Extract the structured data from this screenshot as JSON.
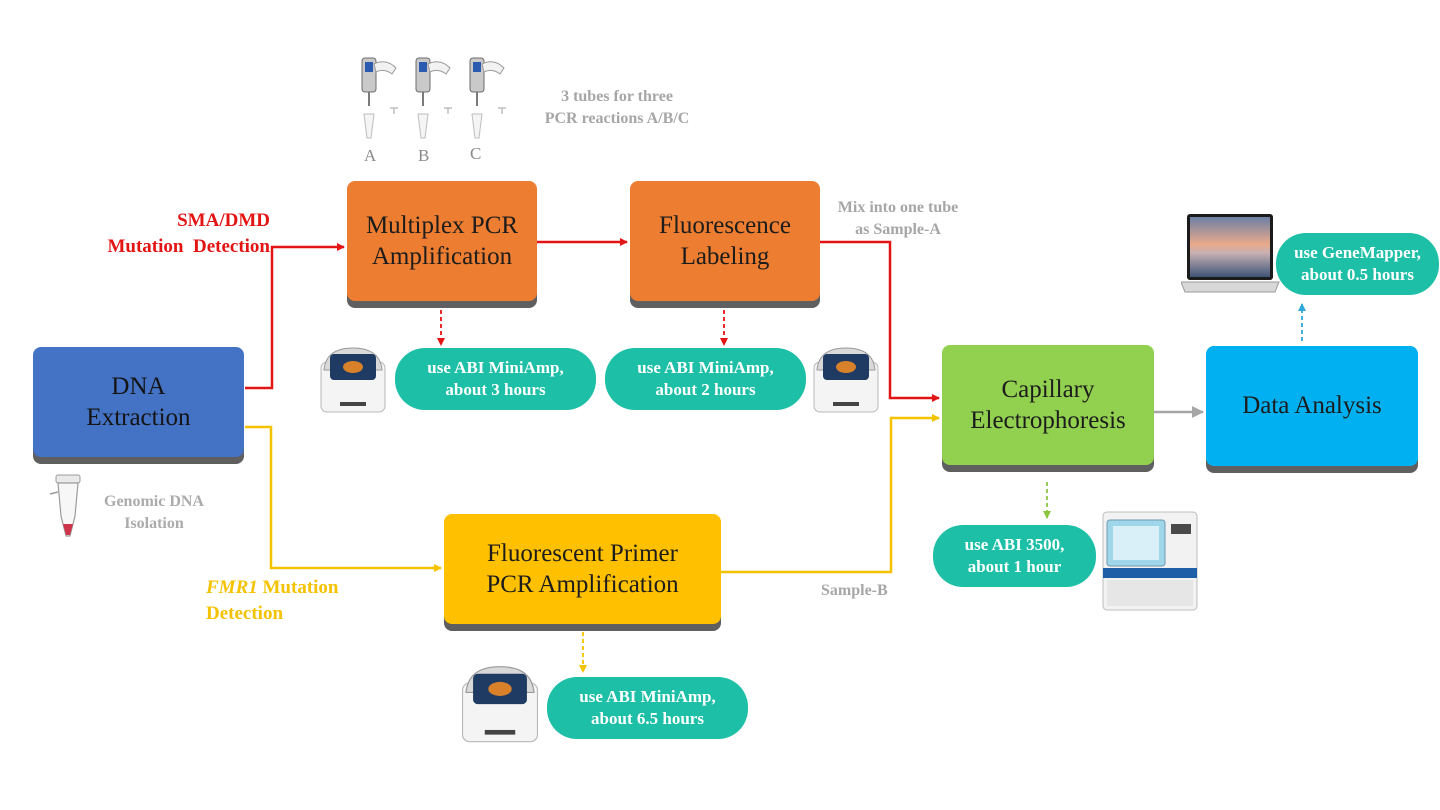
{
  "colors": {
    "red": "#e31414",
    "yellow": "#f5c200",
    "green_dashed": "#8dc63f",
    "blue_dashed": "#2ea8d8",
    "gray_arrow": "#a6a6a6",
    "dna_box": "#4472c4",
    "pcr_box": "#ed7d31",
    "fmr_box": "#ffc000",
    "ce_box": "#92d050",
    "data_box": "#00b0f0",
    "pill": "#1dbfa7"
  },
  "boxes": {
    "dna": [
      "DNA",
      "Extraction"
    ],
    "multiplex": [
      "Multiplex PCR",
      "Amplification"
    ],
    "fluorescence": [
      "Fluorescence",
      "Labeling"
    ],
    "fmr_pcr": [
      "Fluorescent Primer",
      "PCR Amplification"
    ],
    "capillary": [
      "Capillary",
      "Electrophoresis"
    ],
    "data_analysis": [
      "Data Analysis"
    ]
  },
  "pills": {
    "miniamp_3h": [
      "use ABI MiniAmp,",
      "about 3 hours"
    ],
    "miniamp_2h": [
      "use ABI MiniAmp,",
      "about 2 hours"
    ],
    "miniamp_65h": [
      "use ABI MiniAmp,",
      "about 6.5 hours"
    ],
    "abi3500": [
      "use ABI 3500,",
      "about 1 hour"
    ],
    "genemapper": [
      "use GeneMapper,",
      "about 0.5 hours"
    ]
  },
  "labels": {
    "sma_dmd": [
      "SMA/DMD",
      "Mutation  Detection"
    ],
    "fmr1_italic": "FMR1",
    "fmr1_rest": " Mutation",
    "fmr1_line2": "Detection",
    "tubes_note": [
      "3 tubes for three",
      "PCR reactions A/B/C"
    ],
    "mix_note": [
      "Mix into one tube",
      "as Sample-A"
    ],
    "sample_b": "Sample-B",
    "genomic_note": [
      "Genomic DNA",
      "Isolation"
    ],
    "tube_letters": [
      "A",
      "B",
      "C"
    ]
  }
}
